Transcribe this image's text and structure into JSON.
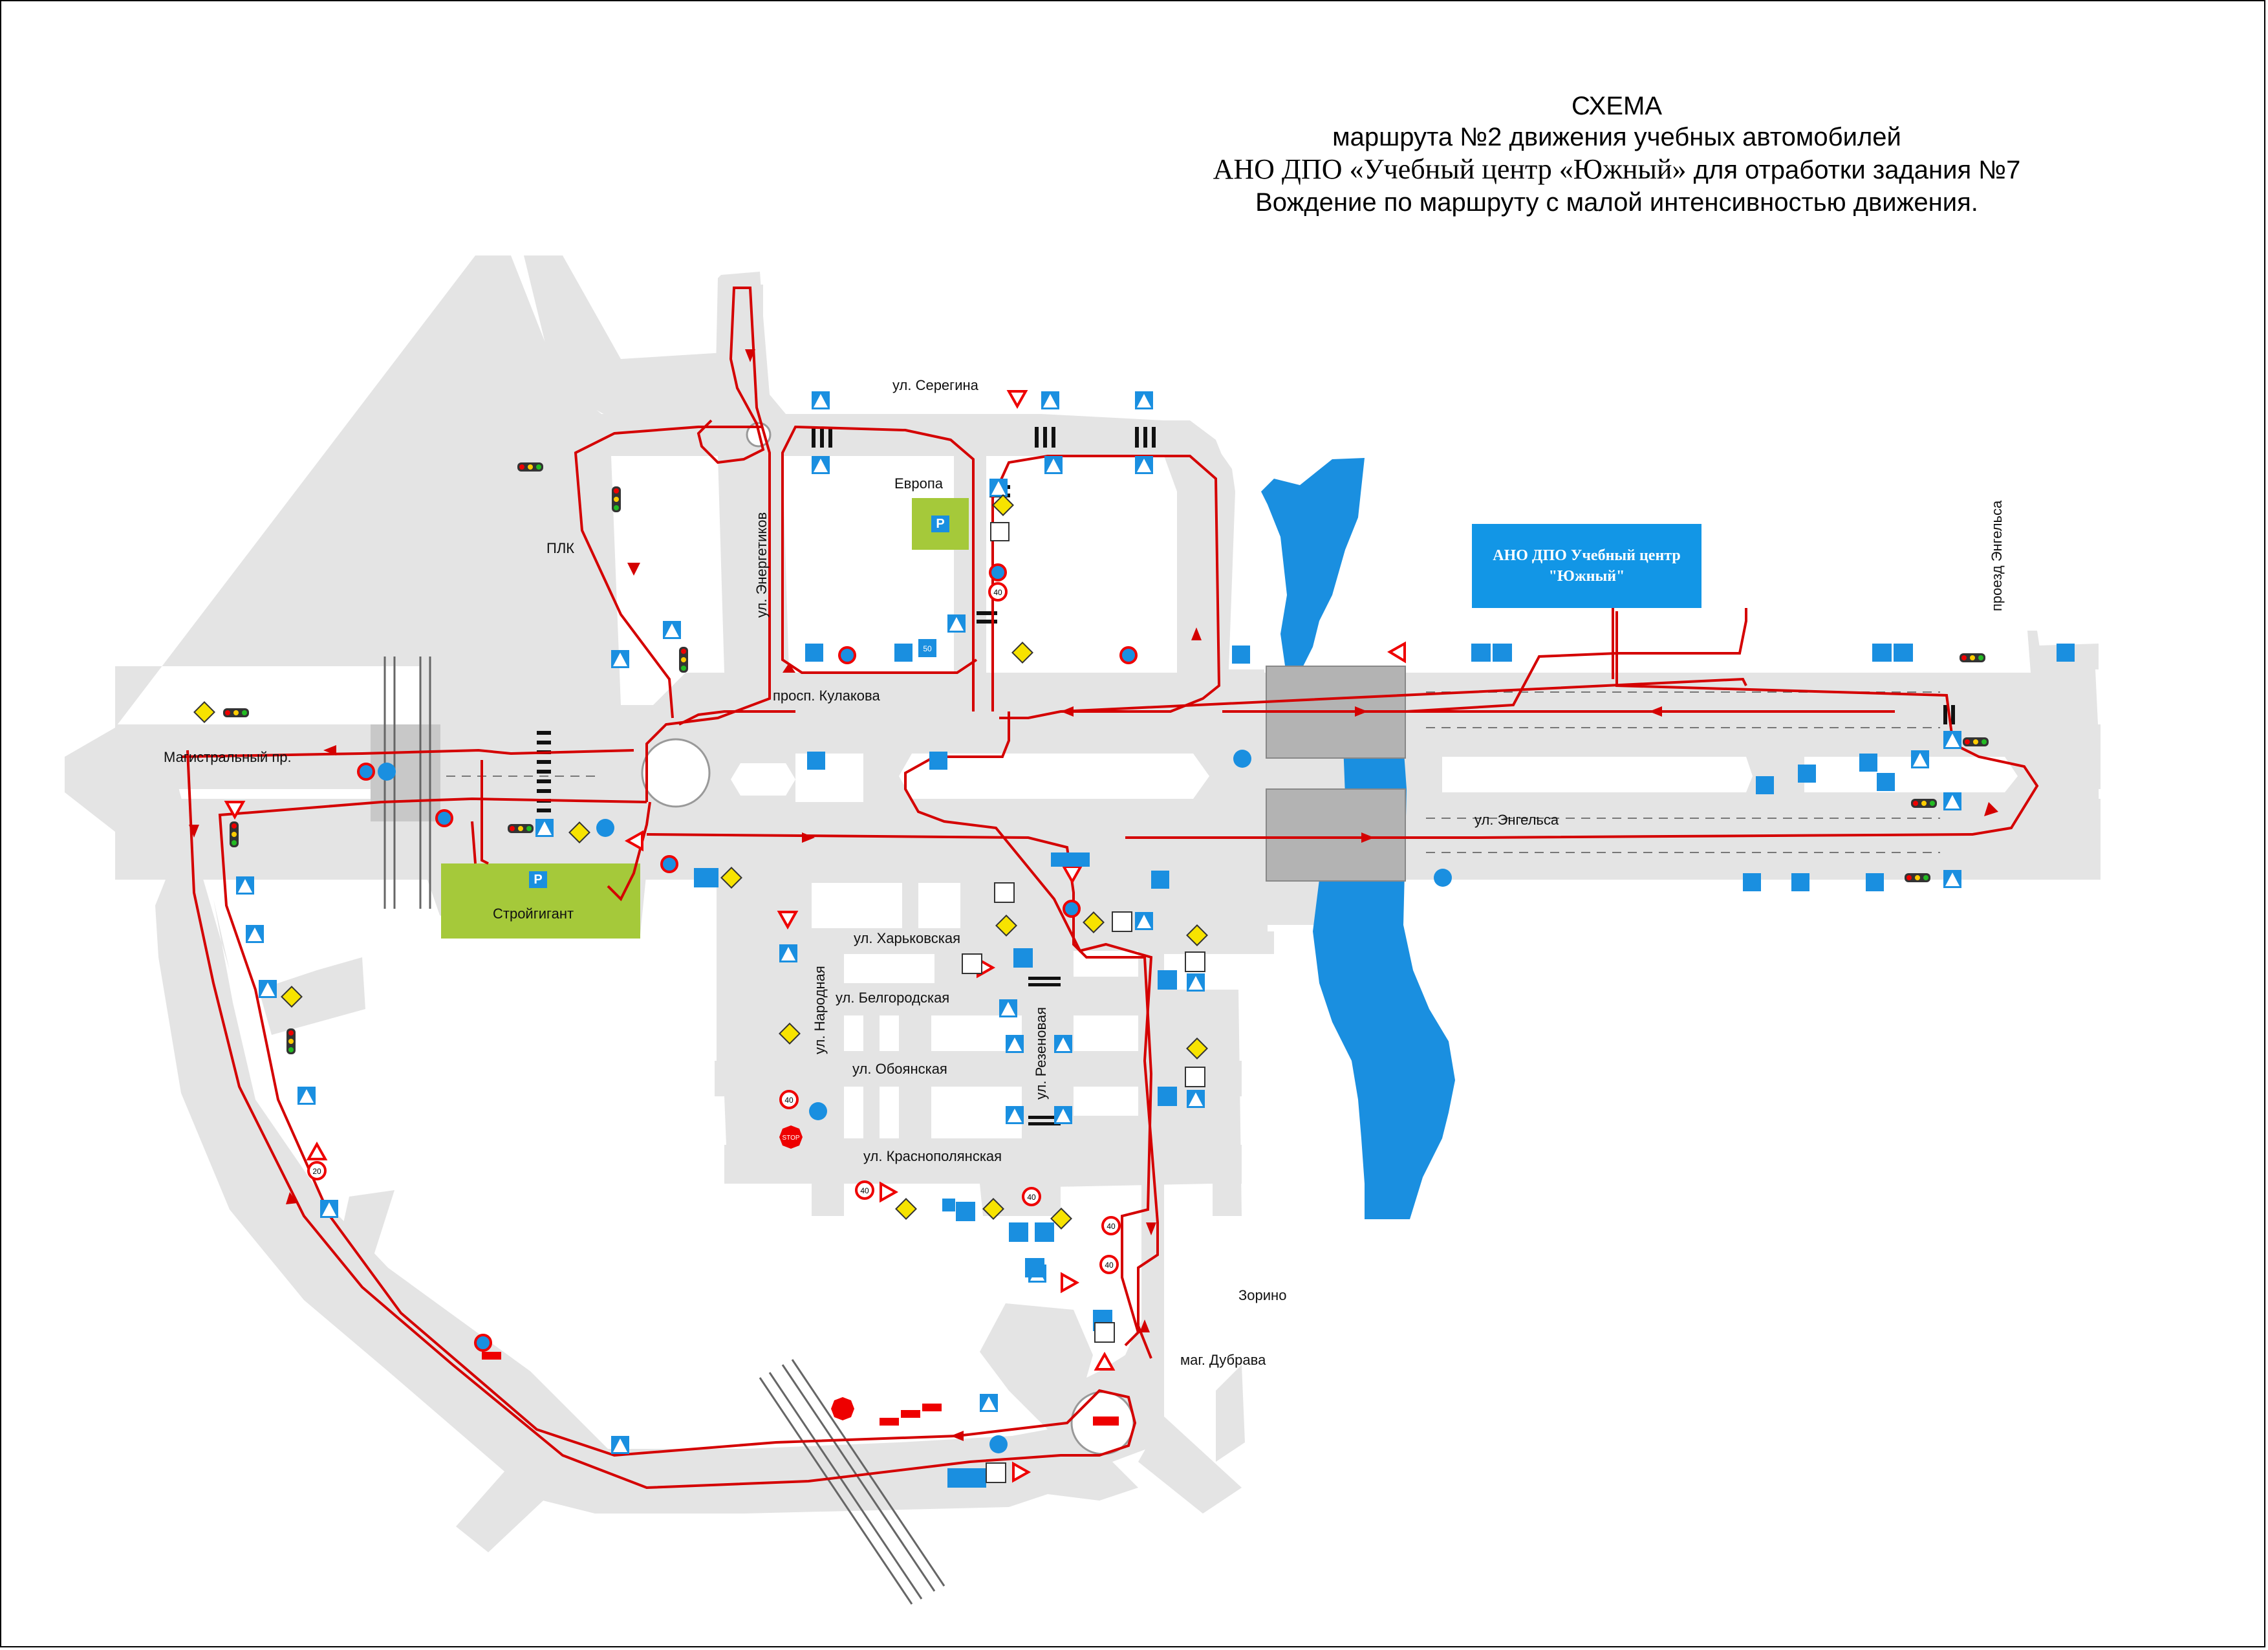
{
  "title": {
    "line1": "СХЕМА",
    "line2": "маршрута №2 движения учебных автомобилей",
    "line3_org": "АНО ДПО «Учебный центр «Южный»",
    "line3_rest": " для отработки задания №7",
    "line4": "Вождение по маршруту с малой интенсивностью движения."
  },
  "school_box": {
    "line1": "АНО ДПО Учебный центр",
    "line2": "\"Южный\""
  },
  "labels": {
    "seregina": "ул. Серегина",
    "evropa": "Европа",
    "plk": "ПЛК",
    "energetikov": "ул. Энергетиков",
    "kulakova": "просп. Кулакова",
    "magistralny": "Магистральный пр.",
    "stroygigant": "Стройгигант",
    "engelsa": "ул. Энгельса",
    "proezd_engelsa": "проезд Энгельса",
    "kharkovskaya": "ул. Харьковская",
    "belgorodskaya": "ул. Белгородская",
    "narodnaya": "ул. Народная",
    "oboyanskaya": "ул. Обоянская",
    "reznovaya": "ул. Резеновая",
    "krasnopolyanskaya": "ул. Краснополянская",
    "zorino": "Зорино",
    "dubrava": "маг. Дубрава"
  },
  "parking_letter": "P",
  "speed_limits": [
    "40",
    "50",
    "20",
    "40",
    "40",
    "40",
    "40",
    "40"
  ],
  "stop_text": "STOP",
  "colors": {
    "road": "#e4e4e4",
    "route": "#d40000",
    "river": "#1a8fe0",
    "parking": "#a5c93a",
    "bridge": "#b3b3b3",
    "sign_blue": "#1a8fe0"
  },
  "icons": [
    "pedestrian-crossing-sign-icon",
    "traffic-light-icon",
    "main-road-sign-icon",
    "yield-sign-icon",
    "no-stopping-sign-icon",
    "speed-limit-sign-icon",
    "stop-sign-icon",
    "u-turn-sign-icon",
    "roundabout-sign-icon",
    "one-way-sign-icon",
    "parking-sign-icon",
    "railway-crossing-icon"
  ]
}
